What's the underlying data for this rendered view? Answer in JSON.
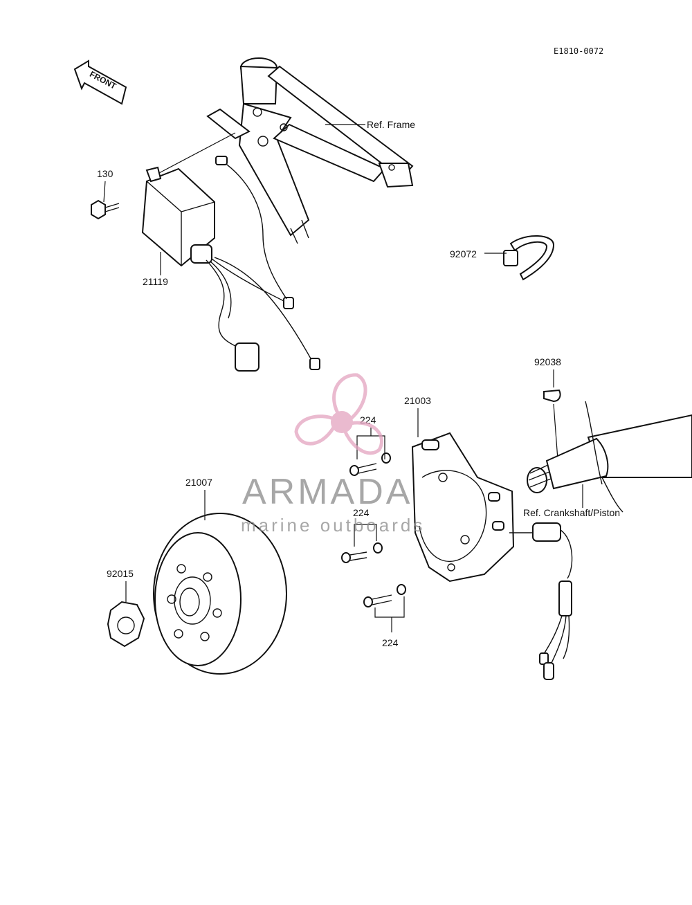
{
  "diagram": {
    "code": "E1810-0072",
    "front_label": "FRONT",
    "callouts": {
      "ref_frame": "Ref. Frame",
      "p130": "130",
      "p21119": "21119",
      "p92072": "92072",
      "p92038": "92038",
      "p21003": "21003",
      "p224_a": "224",
      "p224_b": "224",
      "p224_c": "224",
      "p21007": "21007",
      "p92015": "92015",
      "ref_crankshaft": "Ref. Crankshaft/Piston"
    }
  },
  "watermark": {
    "brand": "ARMADA",
    "tagline": "marine outboards",
    "color": "#e3a3c0"
  }
}
